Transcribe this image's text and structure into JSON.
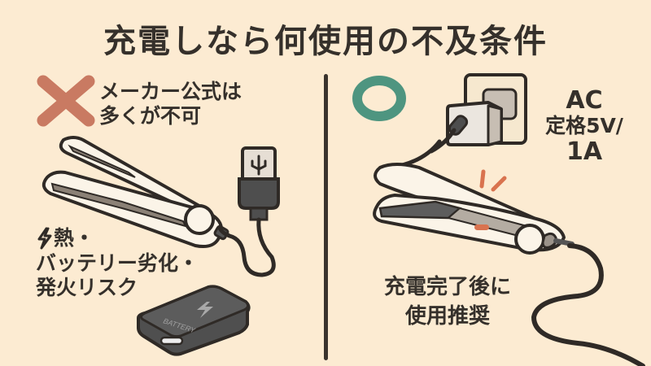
{
  "title": "充電しなら何使用の不及条件",
  "colors": {
    "background": "#fcebd2",
    "text": "#35302b",
    "cross": "#c97a62",
    "circle": "#4e9580",
    "divider": "#3a332d",
    "accent_spark": "#d9734f",
    "battery": "#545454"
  },
  "left_panel": {
    "mark": "cross-mark",
    "official_note": {
      "line1": "メーカー公式は",
      "line2": "多くが不可"
    },
    "risk_note": {
      "icon": "lightning-icon",
      "line1": "熱・",
      "line2": "バッテリー劣化・",
      "line3": "発火リスク"
    },
    "battery_label": "BATTERY",
    "usb_icon": "usb-icon"
  },
  "right_panel": {
    "mark": "circle-mark",
    "ac_note": {
      "line1": "AC",
      "line2": "定格5V/",
      "line3": "1A"
    },
    "after_note": {
      "line1": "充電完了後に",
      "line2": "使用推奨"
    }
  }
}
